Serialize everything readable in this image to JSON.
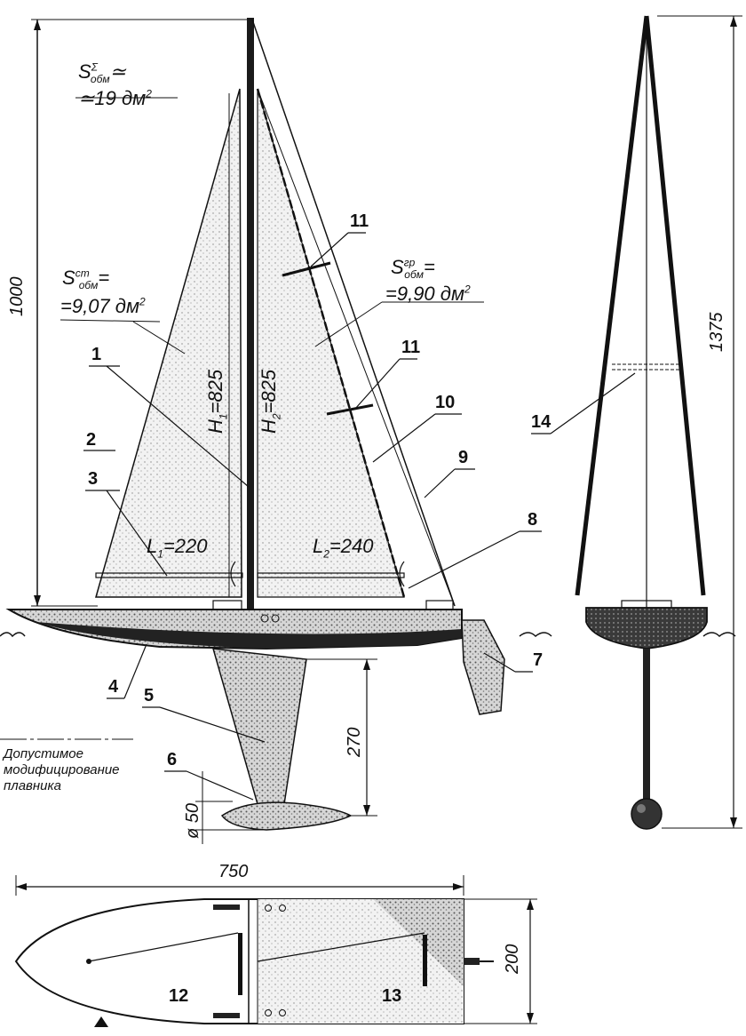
{
  "labels": {
    "area_total": "S",
    "area_total_sup": "Σ",
    "area_total_sub": "обм",
    "area_total_sign": "≃",
    "area_total_value": "≃19 дм",
    "area_total_exp": "2",
    "area_main": "S",
    "area_main_sup": "ст",
    "area_main_sub": "обм",
    "area_main_sign": "=",
    "area_main_value": "=9,07 дм",
    "area_main_exp": "2",
    "area_jib": "S",
    "area_jib_sup": "гр",
    "area_jib_sub": "обм",
    "area_jib_sign": "=",
    "area_jib_value": "=9,90 дм",
    "area_jib_exp": "2",
    "h1": "H",
    "h1_sub": "1",
    "h1_val": "=825",
    "h2": "H",
    "h2_sub": "2",
    "h2_val": "=825",
    "l1": "L",
    "l1_sub": "1",
    "l1_val": "=220",
    "l2": "L",
    "l2_sub": "2",
    "l2_val": "=240"
  },
  "dimensions": {
    "height_side": "1000",
    "height_front": "1375",
    "keel_depth": "270",
    "bulb_dia": "ø 50",
    "length": "750",
    "beam": "200"
  },
  "callouts": [
    "1",
    "2",
    "3",
    "4",
    "5",
    "6",
    "7",
    "8",
    "9",
    "10",
    "11",
    "11",
    "12",
    "13",
    "14"
  ],
  "notes": {
    "fin_note_line1": "Допустимое",
    "fin_note_line2": "модифицирование",
    "fin_note_line3": "плавника"
  },
  "colors": {
    "ink": "#111111",
    "hull_dark": "#1a1a1a",
    "stipple": "#7a7a7a"
  }
}
